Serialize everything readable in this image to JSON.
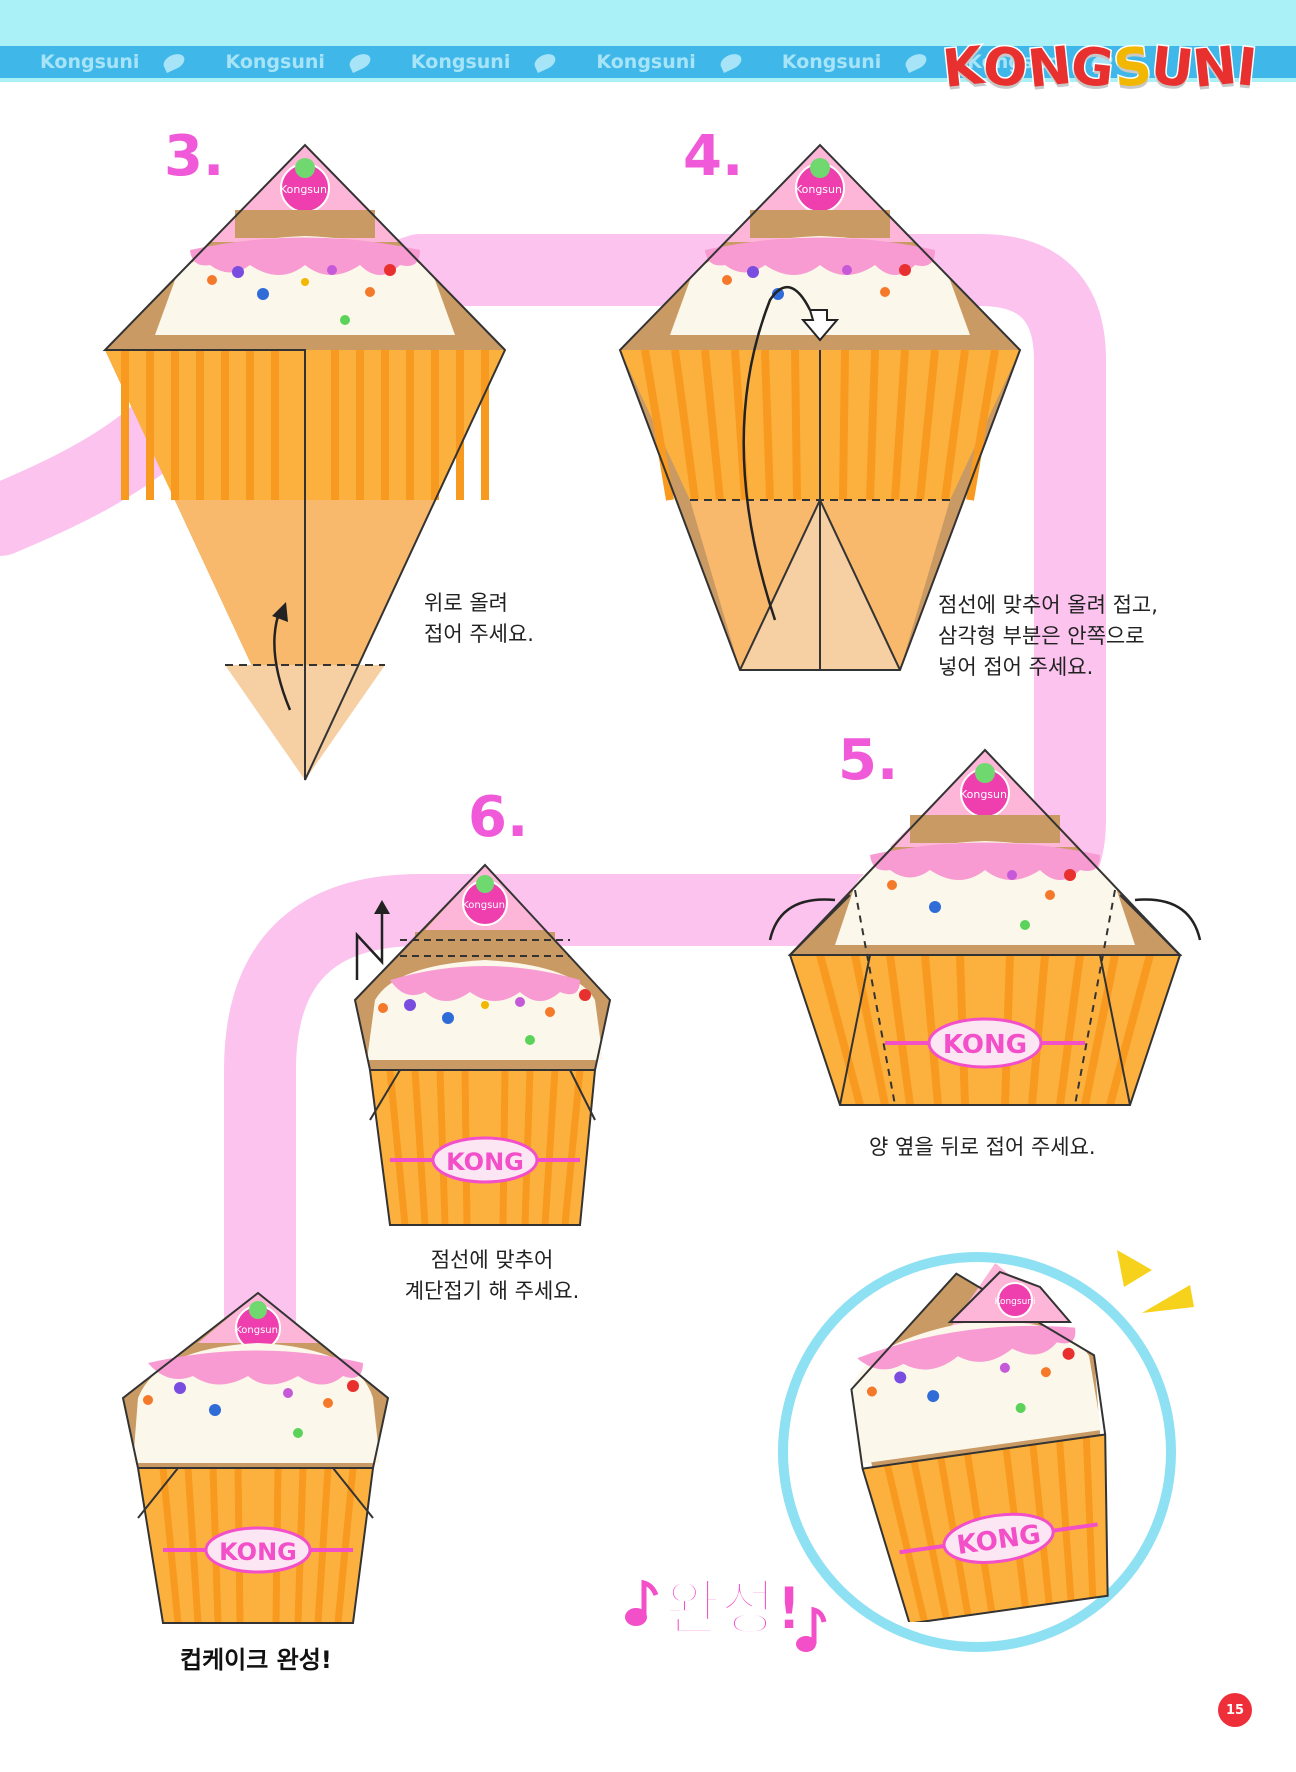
{
  "header": {
    "strip_items": [
      "Kongsuni",
      "Kongsuni",
      "Kongsuni",
      "Kongsuni",
      "Kongsuni",
      "Kongsuni"
    ],
    "logo_letters": [
      "K",
      "O",
      "N",
      "G",
      "S",
      "U",
      "N",
      "I"
    ],
    "logo_colors": [
      "#e8312f",
      "#e8312f",
      "#e8312f",
      "#e8312f",
      "#f2b700",
      "#e8312f",
      "#e8312f",
      "#e8312f"
    ]
  },
  "steps": [
    {
      "number": "3.",
      "instruction": [
        "위로 올려",
        "접어 주세요."
      ]
    },
    {
      "number": "4.",
      "instruction": [
        "점선에 맞추어 올려 접고,",
        "삼각형 부분은 안쪽으로",
        "넣어 접어 주세요."
      ]
    },
    {
      "number": "5.",
      "instruction": [
        "양 옆을 뒤로 접어 주세요."
      ]
    },
    {
      "number": "6.",
      "instruction": [
        "점선에 맞추어",
        "계단접기 해 주세요."
      ]
    }
  ],
  "final_label": "컵케이크 완성!",
  "complete_text": "완성!",
  "page_number": "15",
  "brand_topper": "Kongsuni",
  "brand_badge": "KONG",
  "colors": {
    "accent_pink": "#f05ad8",
    "path_pink": "#fbc3ee",
    "cup_orange": "#fcb13f",
    "cup_stripe": "#f89a1f",
    "cream": "#fbf7ea",
    "frosting": "#f79bd2",
    "cone_light": "#f6cfa3"
  }
}
